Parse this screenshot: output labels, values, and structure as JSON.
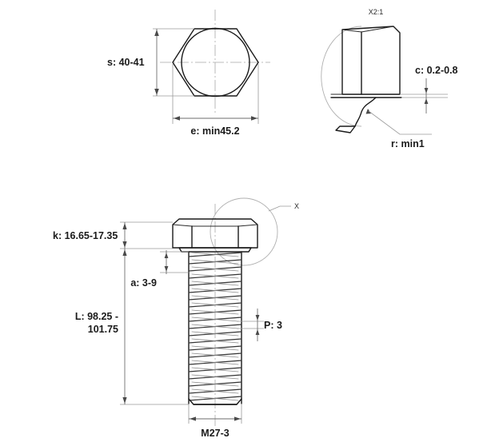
{
  "drawing": {
    "type": "engineering-drawing",
    "subject": "hex head bolt",
    "units": "mm"
  },
  "top_view": {
    "name": "hex head top view",
    "width_across_flats": {
      "symbol": "s",
      "label": "s: 40-41",
      "min": 40,
      "max": 41
    },
    "width_across_corners": {
      "symbol": "e",
      "label": "e: min45.2",
      "min": 45.2
    }
  },
  "detail_view": {
    "name": "detail X",
    "title": "X2:1",
    "scale": "2:1",
    "chamfer": {
      "symbol": "c",
      "label": "c: 0.2-0.8",
      "min": 0.2,
      "max": 0.8
    },
    "radius": {
      "symbol": "r",
      "label": "r: min1",
      "min": 1
    }
  },
  "side_view": {
    "name": "bolt side view",
    "head_height": {
      "symbol": "k",
      "label": "k: 16.65-17.35",
      "min": 16.65,
      "max": 17.35
    },
    "length_line1": "L: 98.25 -",
    "length_line2": "101.75",
    "length": {
      "symbol": "L",
      "min": 98.25,
      "max": 101.75
    },
    "thread_runout": {
      "symbol": "a",
      "label": "a: 3-9",
      "min": 3,
      "max": 9
    },
    "pitch": {
      "symbol": "P",
      "label": "P: 3",
      "value": 3
    },
    "thread_designation": {
      "label": "M27-3",
      "nominal_diameter": 27,
      "pitch": 3
    },
    "detail_callout": "X"
  },
  "colors": {
    "line": "#1a1a1a",
    "text": "#1a1a1a",
    "construction": "#a8a8a8",
    "background": "#ffffff"
  }
}
